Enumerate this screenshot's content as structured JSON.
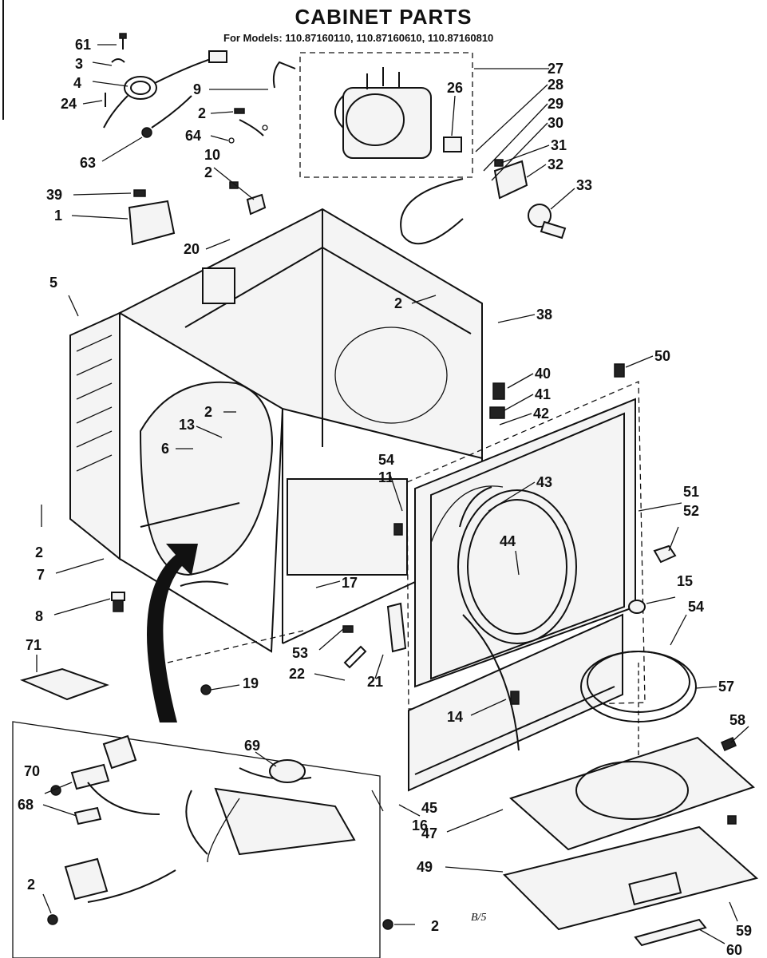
{
  "header": {
    "title": "CABINET PARTS",
    "models": "For Models: 110.87160110, 110.87160610, 110.87160810"
  },
  "footer": {
    "page_code": "B/5"
  },
  "labels": [
    "61",
    "3",
    "4",
    "24",
    "63",
    "9",
    "2",
    "64",
    "10",
    "2",
    "39",
    "1",
    "20",
    "27",
    "26",
    "28",
    "29",
    "30",
    "31",
    "32",
    "33",
    "2",
    "38",
    "5",
    "2",
    "13",
    "6",
    "2",
    "7",
    "8",
    "71",
    "40",
    "41",
    "42",
    "50",
    "54",
    "11",
    "43",
    "44",
    "51",
    "52",
    "15",
    "54",
    "17",
    "53",
    "22",
    "21",
    "19",
    "14",
    "57",
    "58",
    "70",
    "69",
    "68",
    "2",
    "16",
    "2",
    "45",
    "47",
    "49",
    "59",
    "60"
  ]
}
